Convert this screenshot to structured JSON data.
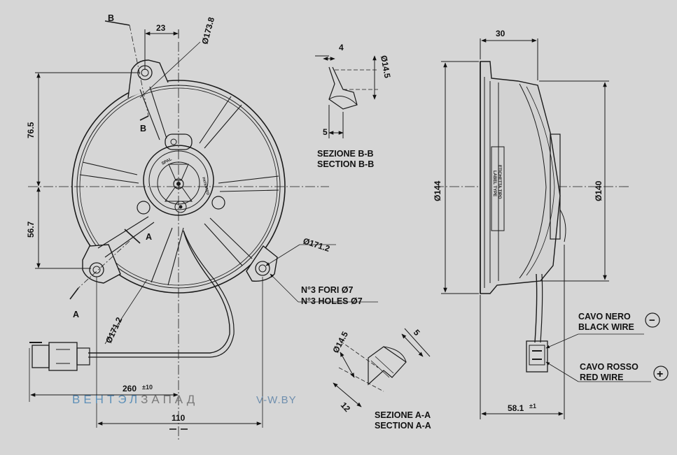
{
  "dimensions": {
    "d23": "23",
    "d173_8": "Ø173.8",
    "d76_5": "76.5",
    "d56_7": "56.7",
    "d171_2_right": "Ø171.2",
    "d171_2_left": "Ø171.2",
    "d260": "260",
    "d260_tol": "±10",
    "d110": "110",
    "d30": "30",
    "d144": "Ø144",
    "d140": "Ø140",
    "d58_1": "58.1",
    "d58_1_tol": "±1",
    "d14_5_bb": "Ø14.5",
    "d4": "4",
    "d5_bb": "5",
    "d14_5_aa": "Ø14.5",
    "d5_aa": "5",
    "d12": "12"
  },
  "markers": {
    "b_top": "B",
    "b_mid": "B",
    "a_mid": "A",
    "a_low": "A"
  },
  "labels": {
    "section_bb_it": "SEZIONE B-B",
    "section_bb_en": "SECTION B-B",
    "section_aa_it": "SEZIONE A-A",
    "section_aa_en": "SECTION A-A",
    "holes_it": "N°3 FORI Ø7",
    "holes_en": "N°3 HOLES Ø7",
    "black_wire_it": "CAVO NERO",
    "black_wire_en": "BLACK WIRE",
    "red_wire_it": "CAVO ROSSO",
    "red_wire_en": "RED WIRE",
    "minus": "−",
    "plus": "+",
    "label_type_it": "ETICHETTA TIPO",
    "label_type_en": "LABEL TYPE",
    "hub_brand": "SPAL",
    "hub_patent": "PATENTED"
  },
  "watermark": {
    "brand_a": "ВЕНТЭЛ",
    "brand_b": "ЗАПАД",
    "site": "V-W.BY"
  },
  "colors": {
    "background": "#d6d6d6",
    "line": "#1a1a1a",
    "watermark_blue": "#5e90b8",
    "watermark_grey": "#7a7a7a"
  }
}
